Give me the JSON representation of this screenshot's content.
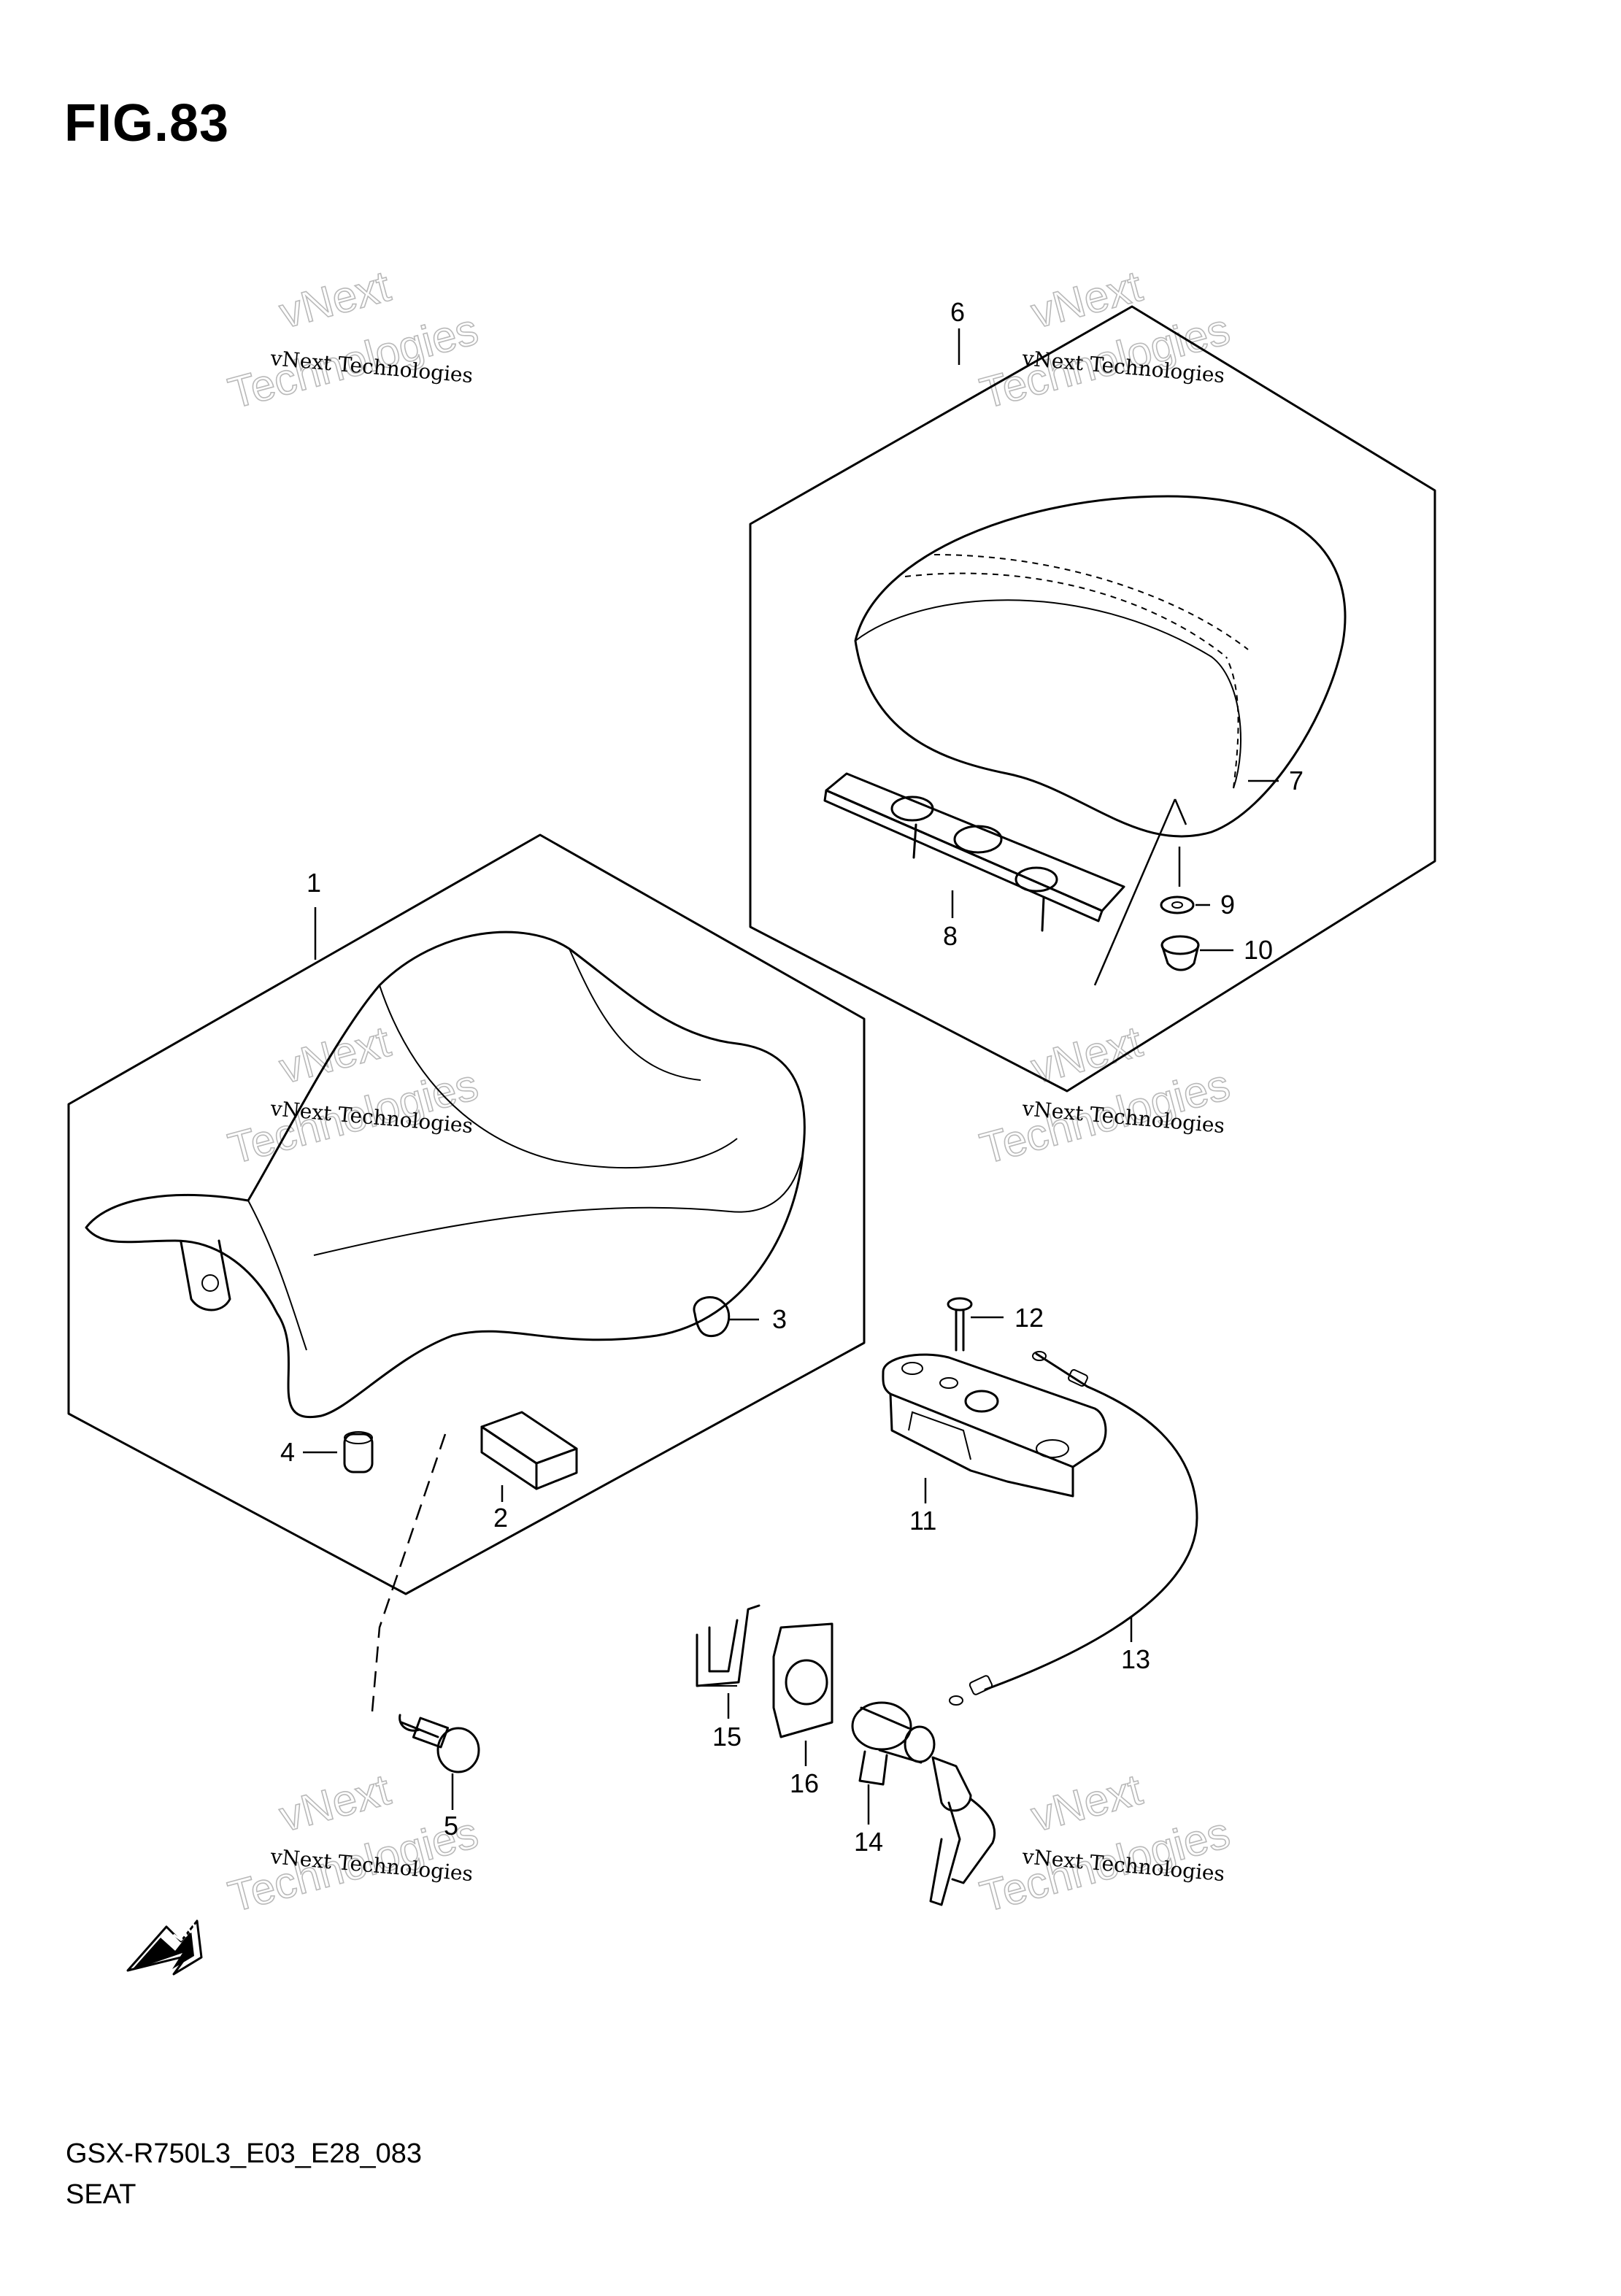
{
  "figure": {
    "title": "FIG.83",
    "model_code": "GSX-R750L3_E03_E28_083",
    "section_name": "SEAT"
  },
  "watermark": {
    "line_small": "vNext Technologies",
    "line_big_1": "vNext",
    "line_big_2": "Technologies"
  },
  "callouts": [
    "1",
    "2",
    "3",
    "4",
    "5",
    "6",
    "7",
    "8",
    "9",
    "10",
    "11",
    "12",
    "13",
    "14",
    "15",
    "16"
  ],
  "direction_arrow": {
    "label": "FWD",
    "icon": "forward-arrow-icon"
  }
}
